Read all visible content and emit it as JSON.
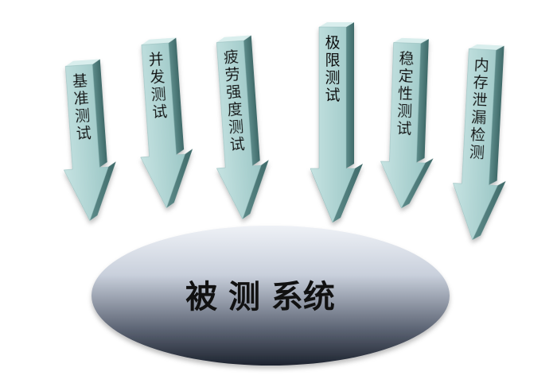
{
  "diagram": {
    "arrows": [
      {
        "label": "基准测试"
      },
      {
        "label": "并发测试"
      },
      {
        "label": "疲劳强度测试"
      },
      {
        "label": "极限测试"
      },
      {
        "label": "稳定性测试"
      },
      {
        "label": "内存泄漏检测"
      }
    ],
    "system": {
      "label": "被 测 系统"
    },
    "colors": {
      "arrow_front": "#a8d0cf",
      "arrow_side": "#5f8e8d",
      "ellipse_light": "#e8ecf2",
      "ellipse_dark": "#1e2430"
    }
  }
}
